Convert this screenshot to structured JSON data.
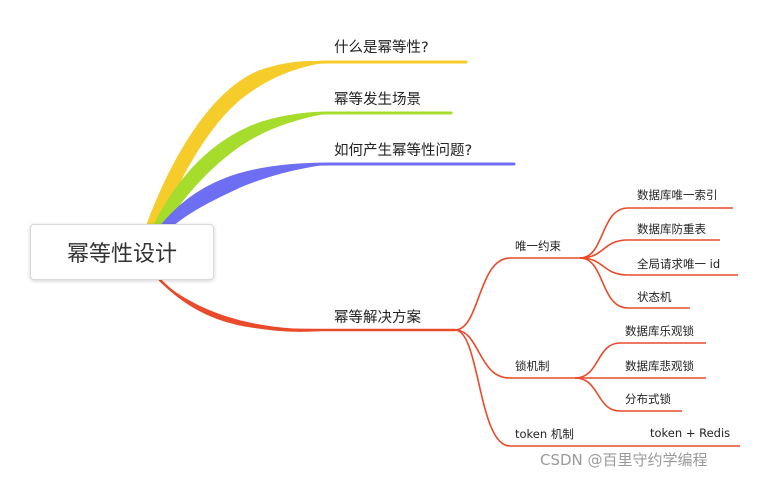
{
  "root": {
    "label": "幂等性设计"
  },
  "branches": [
    {
      "label": "什么是幂等性?",
      "color": "#f5cc2a"
    },
    {
      "label": "幂等发生场景",
      "color": "#a6dc2c"
    },
    {
      "label": "如何产生幂等性问题?",
      "color": "#6e6ef2"
    },
    {
      "label": "幂等解决方案",
      "color": "#e84a2a",
      "children": [
        {
          "label": "唯一约束",
          "children": [
            "数据库唯一索引",
            "数据库防重表",
            "全局请求唯一 id",
            "状态机"
          ]
        },
        {
          "label": "锁机制",
          "children": [
            "数据库乐观锁",
            "数据库悲观锁",
            "分布式锁"
          ]
        },
        {
          "label": "token 机制",
          "children": [
            "token + Redis"
          ]
        }
      ]
    }
  ],
  "watermark": "CSDN @百里守约学编程"
}
